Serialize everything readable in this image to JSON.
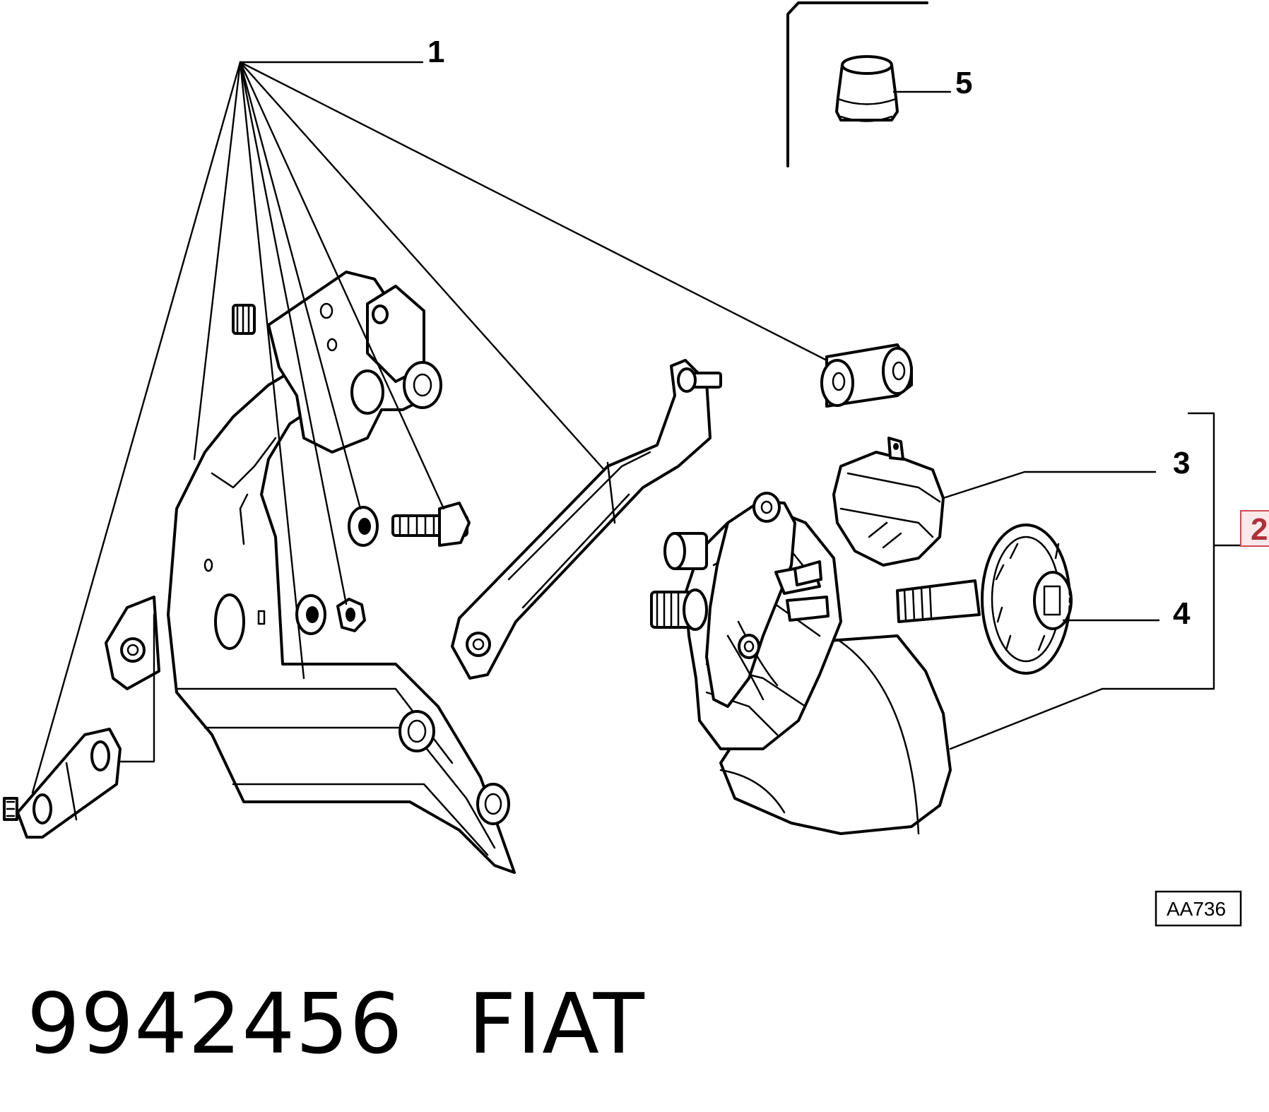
{
  "callouts": [
    {
      "id": "1",
      "label": "1"
    },
    {
      "id": "2",
      "label": "2",
      "highlighted": true
    },
    {
      "id": "3",
      "label": "3"
    },
    {
      "id": "4",
      "label": "4"
    },
    {
      "id": "5",
      "label": "5"
    }
  ],
  "drawing_code": "AA736",
  "footer": {
    "part_number": "9942456",
    "brand": "FIAT"
  },
  "colors": {
    "line": "#000000",
    "highlight": "#b0303a",
    "background": "#ffffff"
  }
}
